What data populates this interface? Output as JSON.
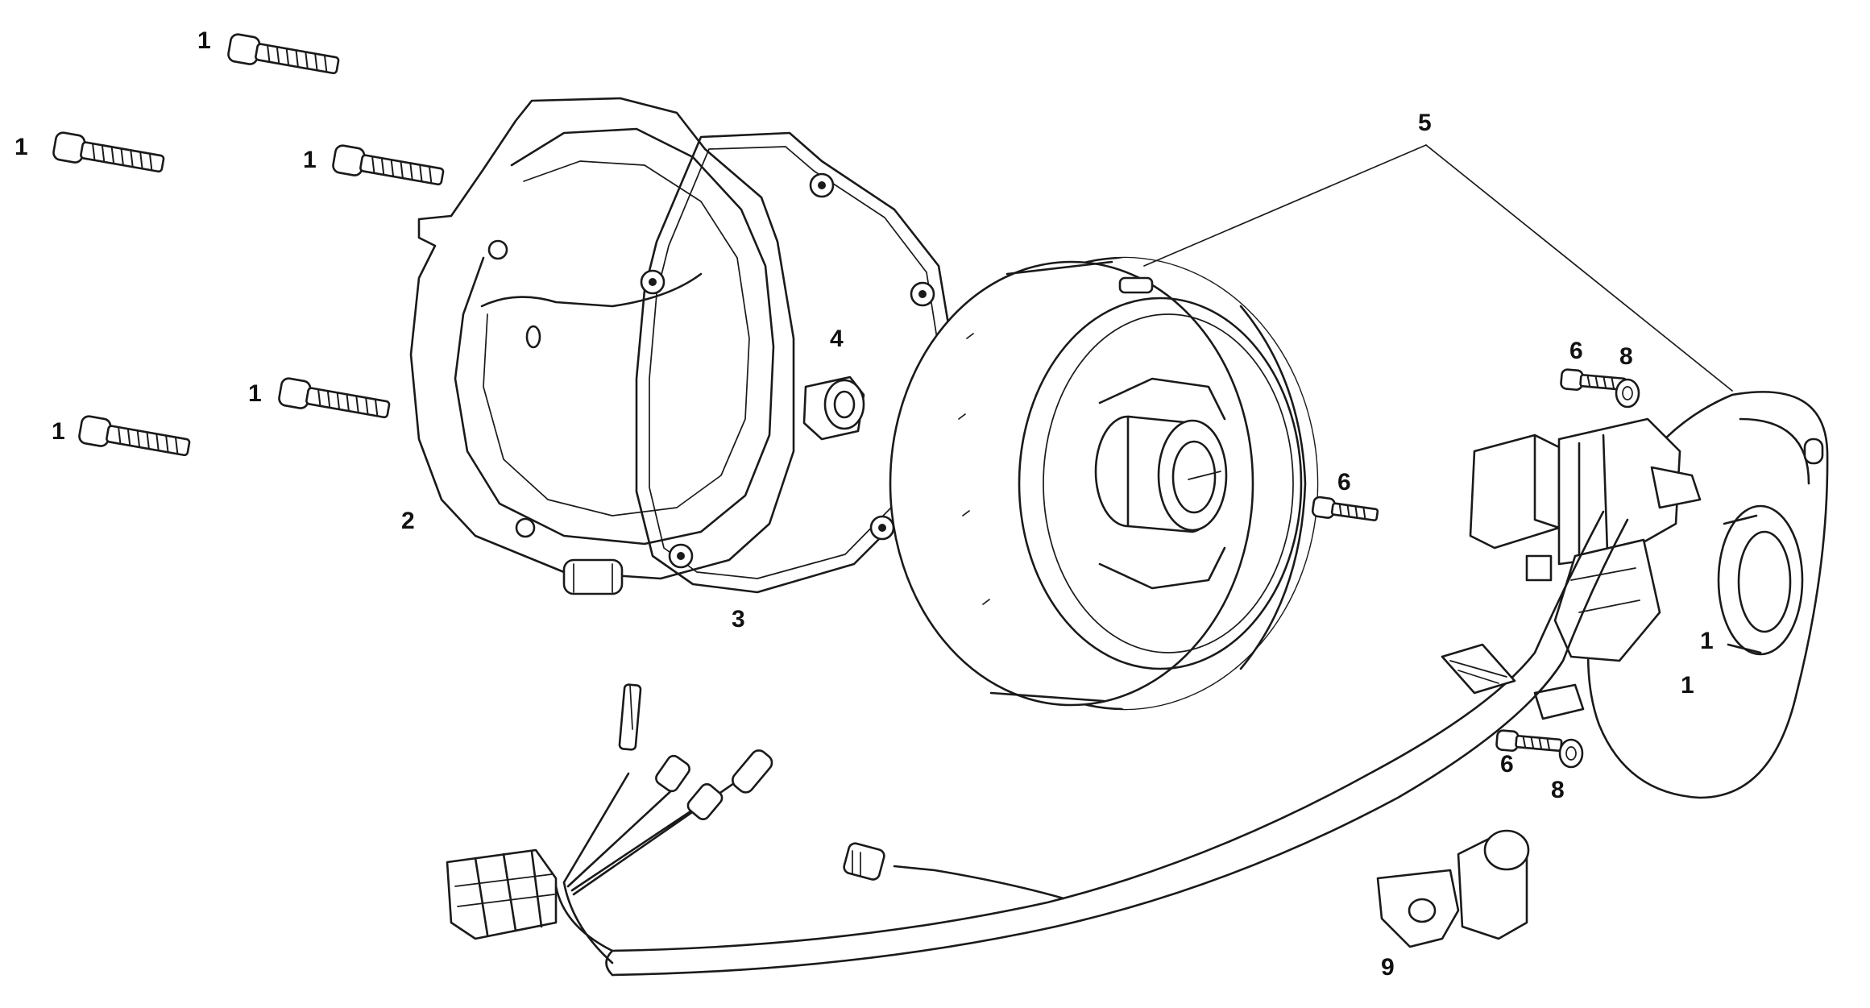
{
  "callouts": {
    "bolt_a": "1",
    "bolt_b": "1",
    "bolt_c": "1",
    "bolt_d": "1",
    "bolt_e": "1",
    "bolt_f": "1",
    "stator_screw": "1",
    "cover": "2",
    "gasket": "3",
    "bushing": "4",
    "assembly": "5",
    "screw_top": "6",
    "screw_mid": "6",
    "screw_bottom": "6",
    "washer_top": "8",
    "washer_bottom": "8",
    "pickup": "9"
  }
}
